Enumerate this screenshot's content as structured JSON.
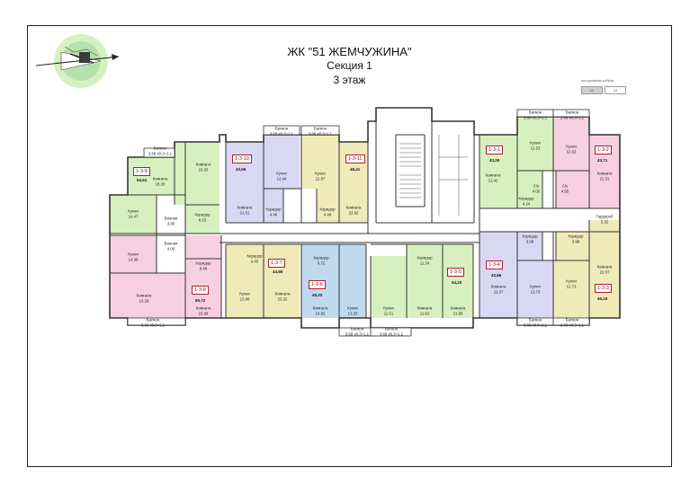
{
  "header": {
    "complex": "ЖК \"51 ЖЕМЧУЖИНА\"",
    "section": "Секция 1",
    "floor": "3 этаж"
  },
  "legend": {
    "caption": "ось кухни/ком-ты/балк",
    "boxes": [
      "12",
      "12"
    ]
  },
  "colors": {
    "green": "#d7f0bf",
    "violet": "#d9d8f2",
    "yellow": "#efeab8",
    "pink": "#f6d0e0",
    "blue": "#bfd9ee",
    "wall": "#333333",
    "label": "#b31b2b"
  },
  "apartments": [
    {
      "id": "1-3-9",
      "total": "63,61"
    },
    {
      "id": "1-3-10",
      "total": "43,56"
    },
    {
      "id": "1-3-11",
      "total": "48,41"
    },
    {
      "id": "1-3-1",
      "total": "43,20"
    },
    {
      "id": "1-3-2",
      "total": "43,71"
    },
    {
      "id": "1-3-8",
      "total": "65,72"
    },
    {
      "id": "1-3-7",
      "total": "44,66"
    },
    {
      "id": "1-3-6",
      "total": "45,33"
    },
    {
      "id": "1-3-5",
      "total": "64,20"
    },
    {
      "id": "1-3-4",
      "total": "43,66"
    },
    {
      "id": "1-3-3",
      "total": "45,16"
    }
  ],
  "rooms": [
    {
      "name": "Балкон",
      "area": "3.66 х0.3=1.1"
    },
    {
      "name": "Комната",
      "area": "18.20"
    },
    {
      "name": "Комната",
      "area": "15.03"
    },
    {
      "name": "Кухня",
      "area": "14.47"
    },
    {
      "name": "Ванная",
      "area": "3.80"
    },
    {
      "name": "Коридор",
      "area": "8.63"
    },
    {
      "name": "Ванная",
      "area": "4.00"
    },
    {
      "name": "Кухня",
      "area": "14.38"
    },
    {
      "name": "Коридор",
      "area": "8.48"
    },
    {
      "name": "Комната",
      "area": "19.28"
    },
    {
      "name": "Балкон",
      "area": "3.66 х0.3=1.1"
    },
    {
      "name": "Комната",
      "area": "15.68"
    },
    {
      "name": "Комната",
      "area": "21.51"
    },
    {
      "name": "Балкон",
      "area": "3.68 х0.3=1.1"
    },
    {
      "name": "Кухня",
      "area": "12.44"
    },
    {
      "name": "Коридор",
      "area": "4.48"
    },
    {
      "name": "Балкон",
      "area": "3.68 х0.3=1.1"
    },
    {
      "name": "Кухня",
      "area": "12.87"
    },
    {
      "name": "Коридор",
      "area": "4.48"
    },
    {
      "name": "Комната",
      "area": "22.62"
    },
    {
      "name": "Кухня",
      "area": "12.53"
    },
    {
      "name": "Балкон",
      "area": "3.68 х0.3=1.1"
    },
    {
      "name": "Комната",
      "area": "21.42"
    },
    {
      "name": "Коридор",
      "area": "4.24"
    },
    {
      "name": "Балкон",
      "area": "3.68 х0.3=1.1"
    },
    {
      "name": "Кухня",
      "area": "12.53"
    },
    {
      "name": "Комната",
      "area": "21.31"
    },
    {
      "name": "С/у",
      "area": "4.00"
    },
    {
      "name": "С/у",
      "area": "4.55"
    },
    {
      "name": "Коридор",
      "area": "4.45"
    },
    {
      "name": "Кухня",
      "area": "13.06"
    },
    {
      "name": "Комната",
      "area": "23.32"
    },
    {
      "name": "Коридор",
      "area": "9.72"
    },
    {
      "name": "Комната",
      "area": "14.92"
    },
    {
      "name": "Кухня",
      "area": "13.33"
    },
    {
      "name": "Балкон",
      "area": "3.68 х0.3=1.1"
    },
    {
      "name": "Коридор",
      "area": "11.34"
    },
    {
      "name": "Кухня",
      "area": "11.61"
    },
    {
      "name": "Комната",
      "area": "11.62"
    },
    {
      "name": "Комната",
      "area": "21.85"
    },
    {
      "name": "Балкон",
      "area": "3.68 х0.3=1.1"
    },
    {
      "name": "Комната",
      "area": "22.07"
    },
    {
      "name": "Кухня",
      "area": "12.73"
    },
    {
      "name": "Коридор",
      "area": "3.98"
    },
    {
      "name": "Балкон",
      "area": "3.68 х0.3=1.1"
    },
    {
      "name": "Кухня",
      "area": "12.73"
    },
    {
      "name": "Гардероб",
      "area": "5.32"
    },
    {
      "name": "Комната",
      "area": "22.07"
    },
    {
      "name": "Балкон",
      "area": "3.68 х0.3=1.1"
    },
    {
      "name": "Коридор",
      "area": "3.98"
    }
  ]
}
